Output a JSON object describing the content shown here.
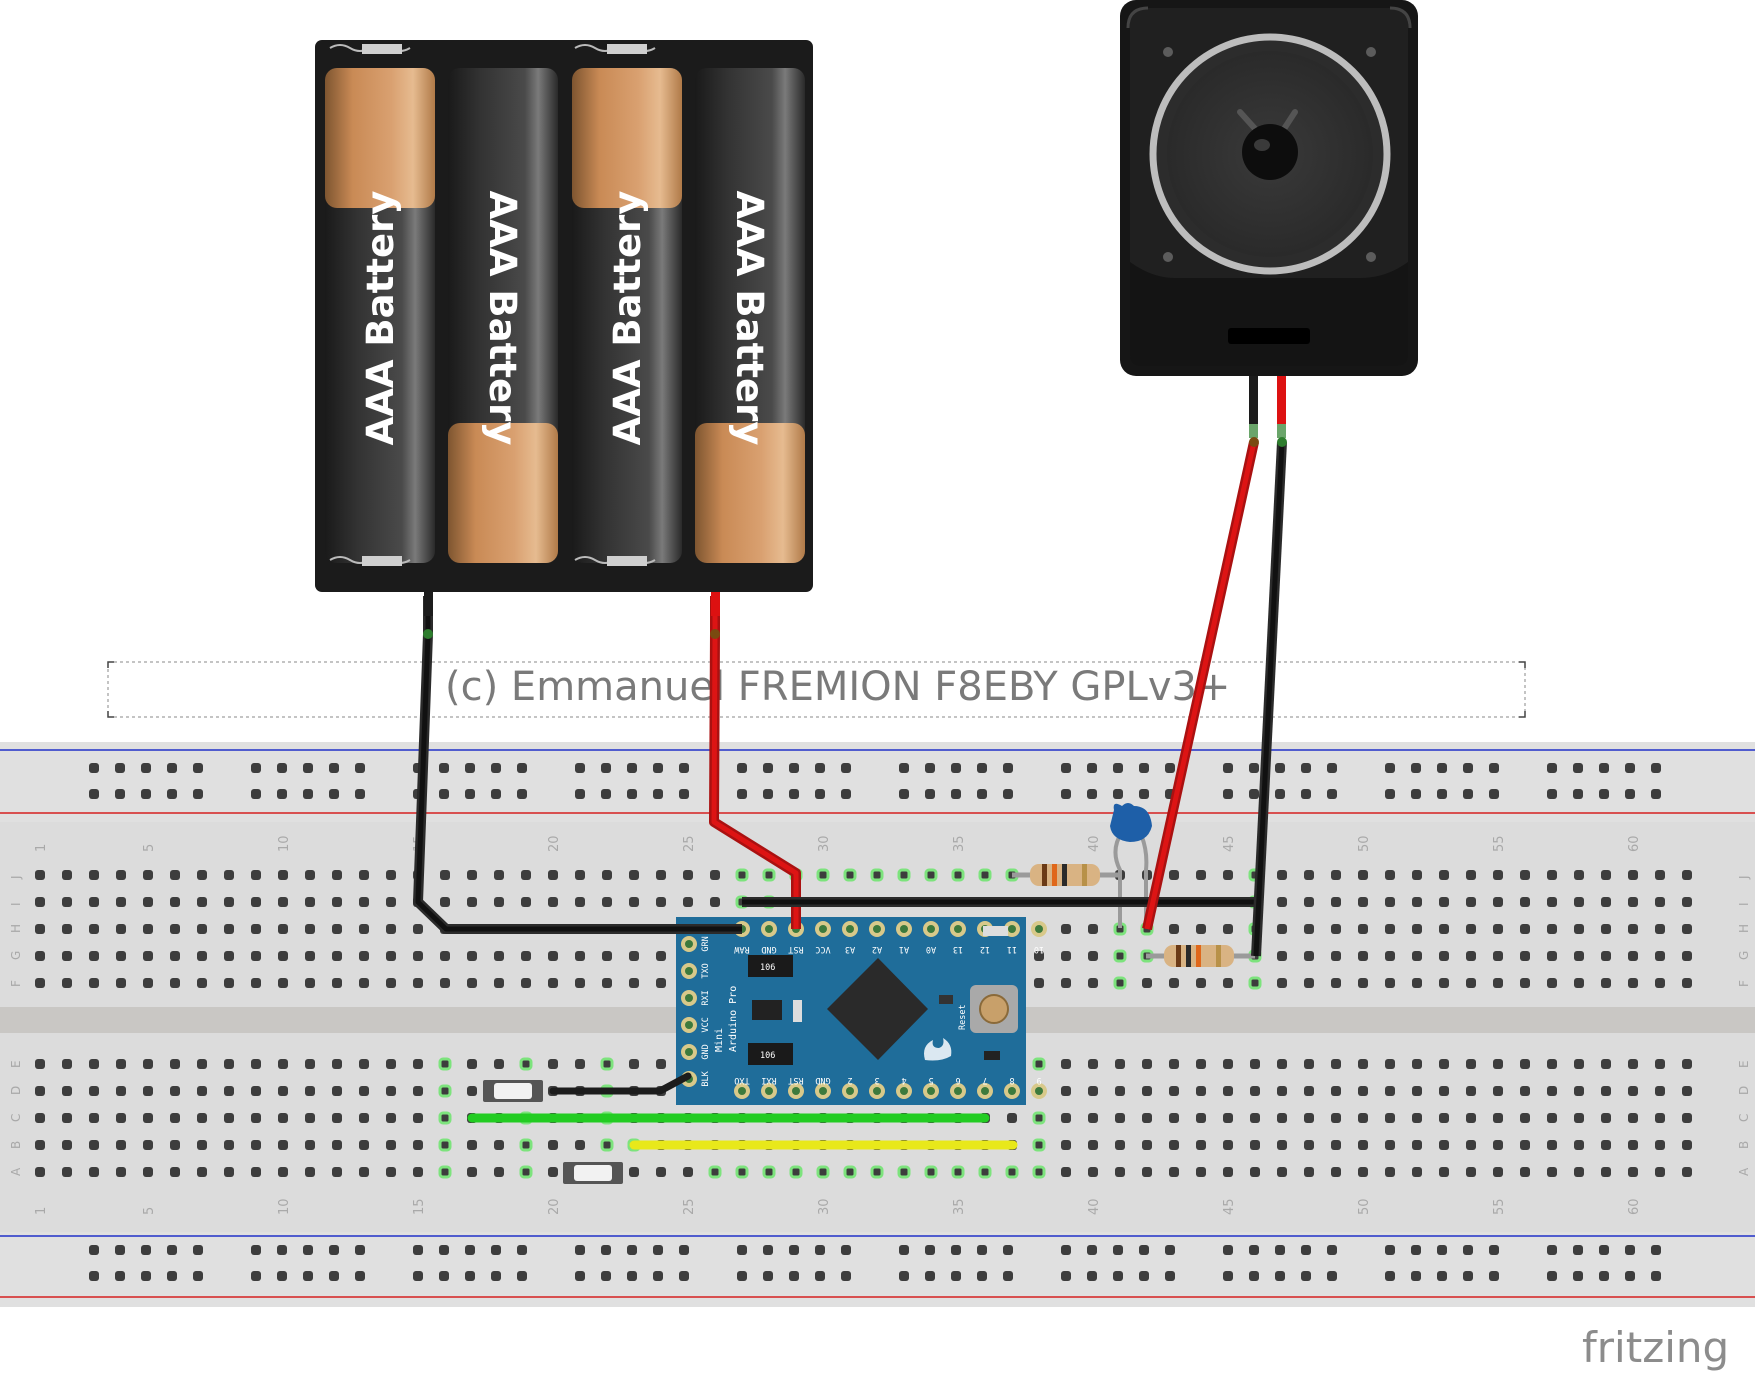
{
  "credit_text": "(c) Emmanuel FREMION F8EBY GPLv3+",
  "logo_text": "fritzing",
  "battery_label": "AAA Battery",
  "breadboard": {
    "column_numbers": [
      "1",
      "5",
      "10",
      "15",
      "20",
      "25",
      "30",
      "35",
      "40",
      "45",
      "50",
      "55",
      "60"
    ],
    "rows_top": [
      "J",
      "I",
      "H",
      "G",
      "F"
    ],
    "rows_bottom": [
      "E",
      "D",
      "C",
      "B",
      "A"
    ]
  },
  "arduino": {
    "brand_lines": [
      "Arduino Pro",
      "Mini"
    ],
    "top_pins": [
      "RAW",
      "GND",
      "RST",
      "VCC",
      "A3",
      "A2",
      "A1",
      "A0",
      "13",
      "12",
      "11",
      "10"
    ],
    "bottom_pins": [
      "TXO",
      "RXI",
      "RST",
      "GND",
      "2",
      "3",
      "4",
      "5",
      "6",
      "7",
      "8",
      "9"
    ],
    "left_pins": [
      "GRN",
      "TXO",
      "RXI",
      "VCC",
      "GND",
      "BLK"
    ],
    "reset_label": "Reset",
    "chip_label": "106"
  },
  "colors": {
    "board": "#1f6d9a",
    "wire_red": "#cc1111",
    "wire_black": "#1c1c1c",
    "wire_green": "#22cc22",
    "wire_yellow": "#e8e81a",
    "rail_red": "#d62020",
    "rail_blue": "#2030c8"
  },
  "icons": {
    "speaker": "speaker-icon",
    "battery_holder": "battery-holder-icon",
    "capacitor": "ceramic-capacitor-icon",
    "resistor": "resistor-icon",
    "push_button": "push-button-icon"
  }
}
